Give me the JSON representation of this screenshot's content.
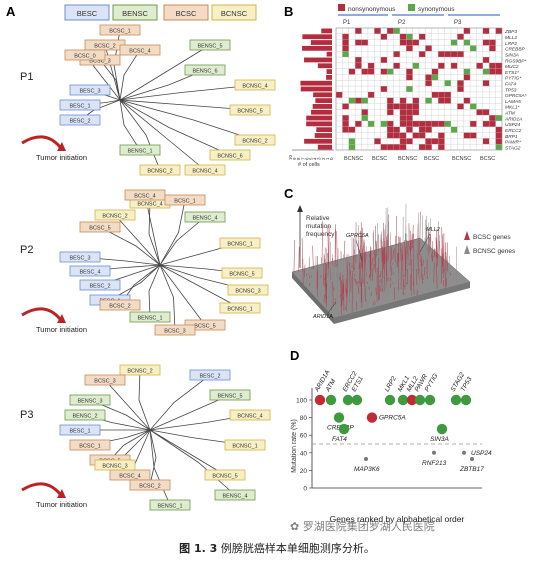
{
  "panels": {
    "a": "A",
    "b": "B",
    "c": "C",
    "d": "D"
  },
  "legend_a": [
    {
      "label": "BESC",
      "color": "#6d8fd0",
      "fill": "#dbe4f6"
    },
    {
      "label": "BENSC",
      "color": "#6f9a4a",
      "fill": "#dfeccf"
    },
    {
      "label": "BCSC",
      "color": "#c98a57",
      "fill": "#f3dcc6"
    },
    {
      "label": "BCNSC",
      "color": "#d1b447",
      "fill": "#f7efc5"
    }
  ],
  "patients": [
    "P1",
    "P2",
    "P3"
  ],
  "tumor_initiation": "Tumor initiation",
  "trees": [
    {
      "leaves": [
        {
          "text": "BCSC_1",
          "type": 2
        },
        {
          "text": "BCSC_2",
          "type": 2
        },
        {
          "text": "BCSC_3",
          "type": 2
        },
        {
          "text": "BCSC_4",
          "type": 2
        },
        {
          "text": "BENSC_5",
          "type": 1
        },
        {
          "text": "BENSC_6",
          "type": 1
        },
        {
          "text": "BCNSC_4",
          "type": 3
        },
        {
          "text": "BCNSC_5",
          "type": 3
        },
        {
          "text": "BCNSC_2",
          "type": 3
        },
        {
          "text": "BCNSC_6",
          "type": 3
        },
        {
          "text": "BCNSC_4",
          "type": 3
        },
        {
          "text": "BCNSC_2",
          "type": 3
        },
        {
          "text": "BENSC_1",
          "type": 1
        },
        {
          "text": "BESC_3",
          "type": 0
        },
        {
          "text": "BESC_1",
          "type": 0
        },
        {
          "text": "BESC_2",
          "type": 0
        },
        {
          "text": "BCSC_0",
          "type": 2
        }
      ]
    },
    {
      "leaves": [
        {
          "text": "BCNSC_4",
          "type": 3
        },
        {
          "text": "BCNSC_2",
          "type": 3
        },
        {
          "text": "BCSC_5",
          "type": 2
        },
        {
          "text": "BENSC_4",
          "type": 1
        },
        {
          "text": "BCNSC_1",
          "type": 3
        },
        {
          "text": "BCNSC_5",
          "type": 3
        },
        {
          "text": "BCNSC_3",
          "type": 3
        },
        {
          "text": "BCNSC_1",
          "type": 3
        },
        {
          "text": "BESC_3",
          "type": 0
        },
        {
          "text": "BESC_4",
          "type": 0
        },
        {
          "text": "BESC_2",
          "type": 0
        },
        {
          "text": "BESC_1",
          "type": 0
        },
        {
          "text": "BENSC_1",
          "type": 1
        },
        {
          "text": "BCSC_5",
          "type": 2
        },
        {
          "text": "BCSC_3",
          "type": 2
        },
        {
          "text": "BCSC_2",
          "type": 2
        },
        {
          "text": "BCSC_4",
          "type": 2
        },
        {
          "text": "BCSC_1",
          "type": 2
        }
      ]
    },
    {
      "leaves": [
        {
          "text": "BCNSC_2",
          "type": 3
        },
        {
          "text": "BCSC_3",
          "type": 2
        },
        {
          "text": "BENSC_3",
          "type": 1
        },
        {
          "text": "BENSC_2",
          "type": 1
        },
        {
          "text": "BESC_1",
          "type": 0
        },
        {
          "text": "BCSC_1",
          "type": 2
        },
        {
          "text": "BCSC_5",
          "type": 2
        },
        {
          "text": "BCSC_4",
          "type": 2
        },
        {
          "text": "BCSC_2",
          "type": 2
        },
        {
          "text": "BESC_2",
          "type": 0
        },
        {
          "text": "BENSC_5",
          "type": 1
        },
        {
          "text": "BCNSC_4",
          "type": 3
        },
        {
          "text": "BCNSC_1",
          "type": 3
        },
        {
          "text": "BCNSC_5",
          "type": 3
        },
        {
          "text": "BENSC_4",
          "type": 1
        },
        {
          "text": "BENSC_1",
          "type": 1
        },
        {
          "text": "BCNSC_3",
          "type": 3
        }
      ]
    }
  ],
  "panel_b": {
    "legend": [
      {
        "label": "nonsynonymous",
        "color": "#b32d3f"
      },
      {
        "label": "synonymous",
        "color": "#5aa84a"
      }
    ],
    "patients": [
      "P1",
      "P2",
      "P3"
    ],
    "groups": [
      "BCNSC",
      "BCSC",
      "BCNSC",
      "BCSC",
      "BCNSC",
      "BCSC"
    ],
    "genes": [
      "ZBP3",
      "MLL2",
      "LRP2",
      "CREBBP",
      "SIN3A",
      "RGS9BP*",
      "MUC2",
      "ETS1*",
      "PYTIG*",
      "FAT4",
      "TP53",
      "GPRC5A*",
      "LAMA5",
      "MKL1*",
      "ATM",
      "ARID1A",
      "USP24",
      "ERCC2",
      "BRP1",
      "PAWR*",
      "STAG2"
    ],
    "xlabel": "# of cells",
    "xticks": [
      "10",
      "9",
      "8",
      "7",
      "6",
      "5",
      "4",
      "3",
      "2",
      "1",
      "0"
    ]
  },
  "panel_c": {
    "ylabel": [
      "Relative",
      "mutation",
      "frequency"
    ],
    "labels": {
      "gprc5a": "GPRC5A",
      "mll2": "MLL2",
      "arid1a": "ARID1A"
    },
    "legend": [
      "BCSC genes",
      "BCNSC genes"
    ],
    "colors": {
      "bcsc": "#b23a4a",
      "bcnsc": "#8a8a8a"
    }
  },
  "panel_d": {
    "ylabel": "Mutation rate (%)",
    "xlabel": "Genes ranked by alphabetical order",
    "yticks": [
      "100",
      "80",
      "60",
      "40",
      "20",
      "0"
    ],
    "points": [
      {
        "gene": "ARID1A",
        "y": 100,
        "color": "red",
        "label_pos": "top"
      },
      {
        "gene": "ATM",
        "y": 100,
        "color": "green",
        "label_pos": "top"
      },
      {
        "gene": "CREBBP",
        "y": 80,
        "color": "green",
        "label_pos": "below"
      },
      {
        "gene": "ERCC2",
        "y": 100,
        "color": "green",
        "label_pos": "top"
      },
      {
        "gene": "ETS1",
        "y": 100,
        "color": "green",
        "label_pos": "top"
      },
      {
        "gene": "FAT4",
        "y": 67,
        "color": "green",
        "label_pos": "below"
      },
      {
        "gene": "GPRC5A",
        "y": 80,
        "color": "red",
        "label_pos": "right"
      },
      {
        "gene": "LRP2",
        "y": 100,
        "color": "green",
        "label_pos": "top"
      },
      {
        "gene": "MAP3K6",
        "y": 33,
        "color": "green",
        "label_pos": "below"
      },
      {
        "gene": "MKL1",
        "y": 100,
        "color": "green",
        "label_pos": "top"
      },
      {
        "gene": "MLL2",
        "y": 100,
        "color": "red",
        "label_pos": "top"
      },
      {
        "gene": "PAWR",
        "y": 100,
        "color": "green",
        "label_pos": "top"
      },
      {
        "gene": "PYTIG",
        "y": 100,
        "color": "green",
        "label_pos": "top"
      },
      {
        "gene": "RNF213",
        "y": 40,
        "color": "green",
        "label_pos": "below"
      },
      {
        "gene": "SIN3A",
        "y": 67,
        "color": "green",
        "label_pos": "below"
      },
      {
        "gene": "STAG2",
        "y": 100,
        "color": "green",
        "label_pos": "top"
      },
      {
        "gene": "TP53",
        "y": 100,
        "color": "green",
        "label_pos": "top"
      },
      {
        "gene": "USP24",
        "y": 40,
        "color": "green",
        "label_pos": "right"
      },
      {
        "gene": "ZBTB17",
        "y": 33,
        "color": "green",
        "label_pos": "below"
      }
    ],
    "threshold": 50
  },
  "caption": {
    "number": "图 1. 3",
    "text": "例膀胱癌样本单细胞测序分析。"
  },
  "watermark": "罗湖医院集团罗湖人民医院"
}
